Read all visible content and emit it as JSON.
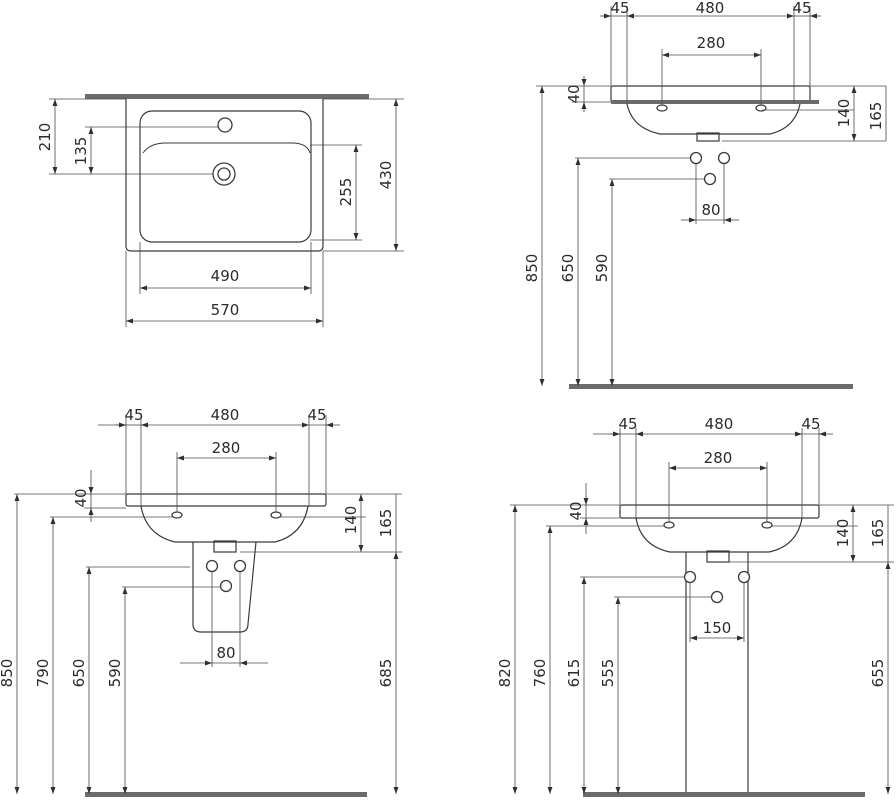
{
  "views": {
    "top": {
      "dim_210": "210",
      "dim_135": "135",
      "dim_255": "255",
      "dim_430": "430",
      "dim_490": "490",
      "dim_570": "570"
    },
    "side_wall": {
      "dim_45_left": "45",
      "dim_480": "480",
      "dim_45_right": "45",
      "dim_280": "280",
      "dim_40": "40",
      "dim_140": "140",
      "dim_165": "165",
      "dim_850": "850",
      "dim_650": "650",
      "dim_590": "590",
      "dim_80": "80"
    },
    "semi_pedestal": {
      "dim_45_left": "45",
      "dim_480": "480",
      "dim_45_right": "45",
      "dim_280": "280",
      "dim_40": "40",
      "dim_140": "140",
      "dim_165": "165",
      "dim_850": "850",
      "dim_790": "790",
      "dim_650": "650",
      "dim_590": "590",
      "dim_80": "80",
      "dim_685": "685"
    },
    "full_pedestal": {
      "dim_45_left": "45",
      "dim_480": "480",
      "dim_45_right": "45",
      "dim_280": "280",
      "dim_40": "40",
      "dim_140": "140",
      "dim_165": "165",
      "dim_820": "820",
      "dim_760": "760",
      "dim_615": "615",
      "dim_555": "555",
      "dim_150": "150",
      "dim_655": "655"
    }
  }
}
